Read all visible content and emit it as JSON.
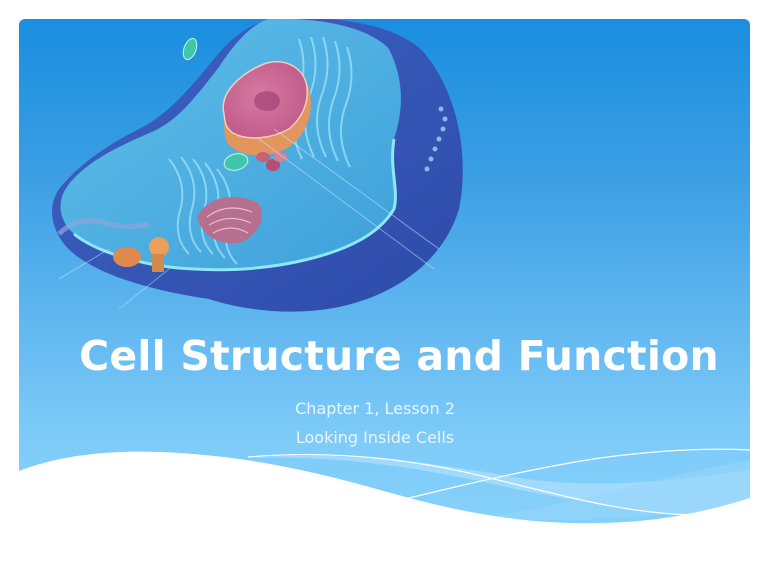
{
  "slide": {
    "title": "Cell Structure and Function",
    "subtitle_lines": [
      "Chapter 1, Lesson 2",
      "Looking Inside Cells"
    ],
    "image": "animal-cell-cross-section-illustration",
    "colors": {
      "background_top": "#1a8ee0",
      "background_bottom": "#86d1fb",
      "title_text": "#ffffff",
      "subtitle_text": "#eaf6ff",
      "wave_fill": "#ffffff",
      "wave_band": "#a6dcfb",
      "nucleus": "#d9709a",
      "nucleus_rim": "#e8935a",
      "cytoplasm": "#4fb8e6",
      "cell_body": "#3a5bb8"
    }
  }
}
